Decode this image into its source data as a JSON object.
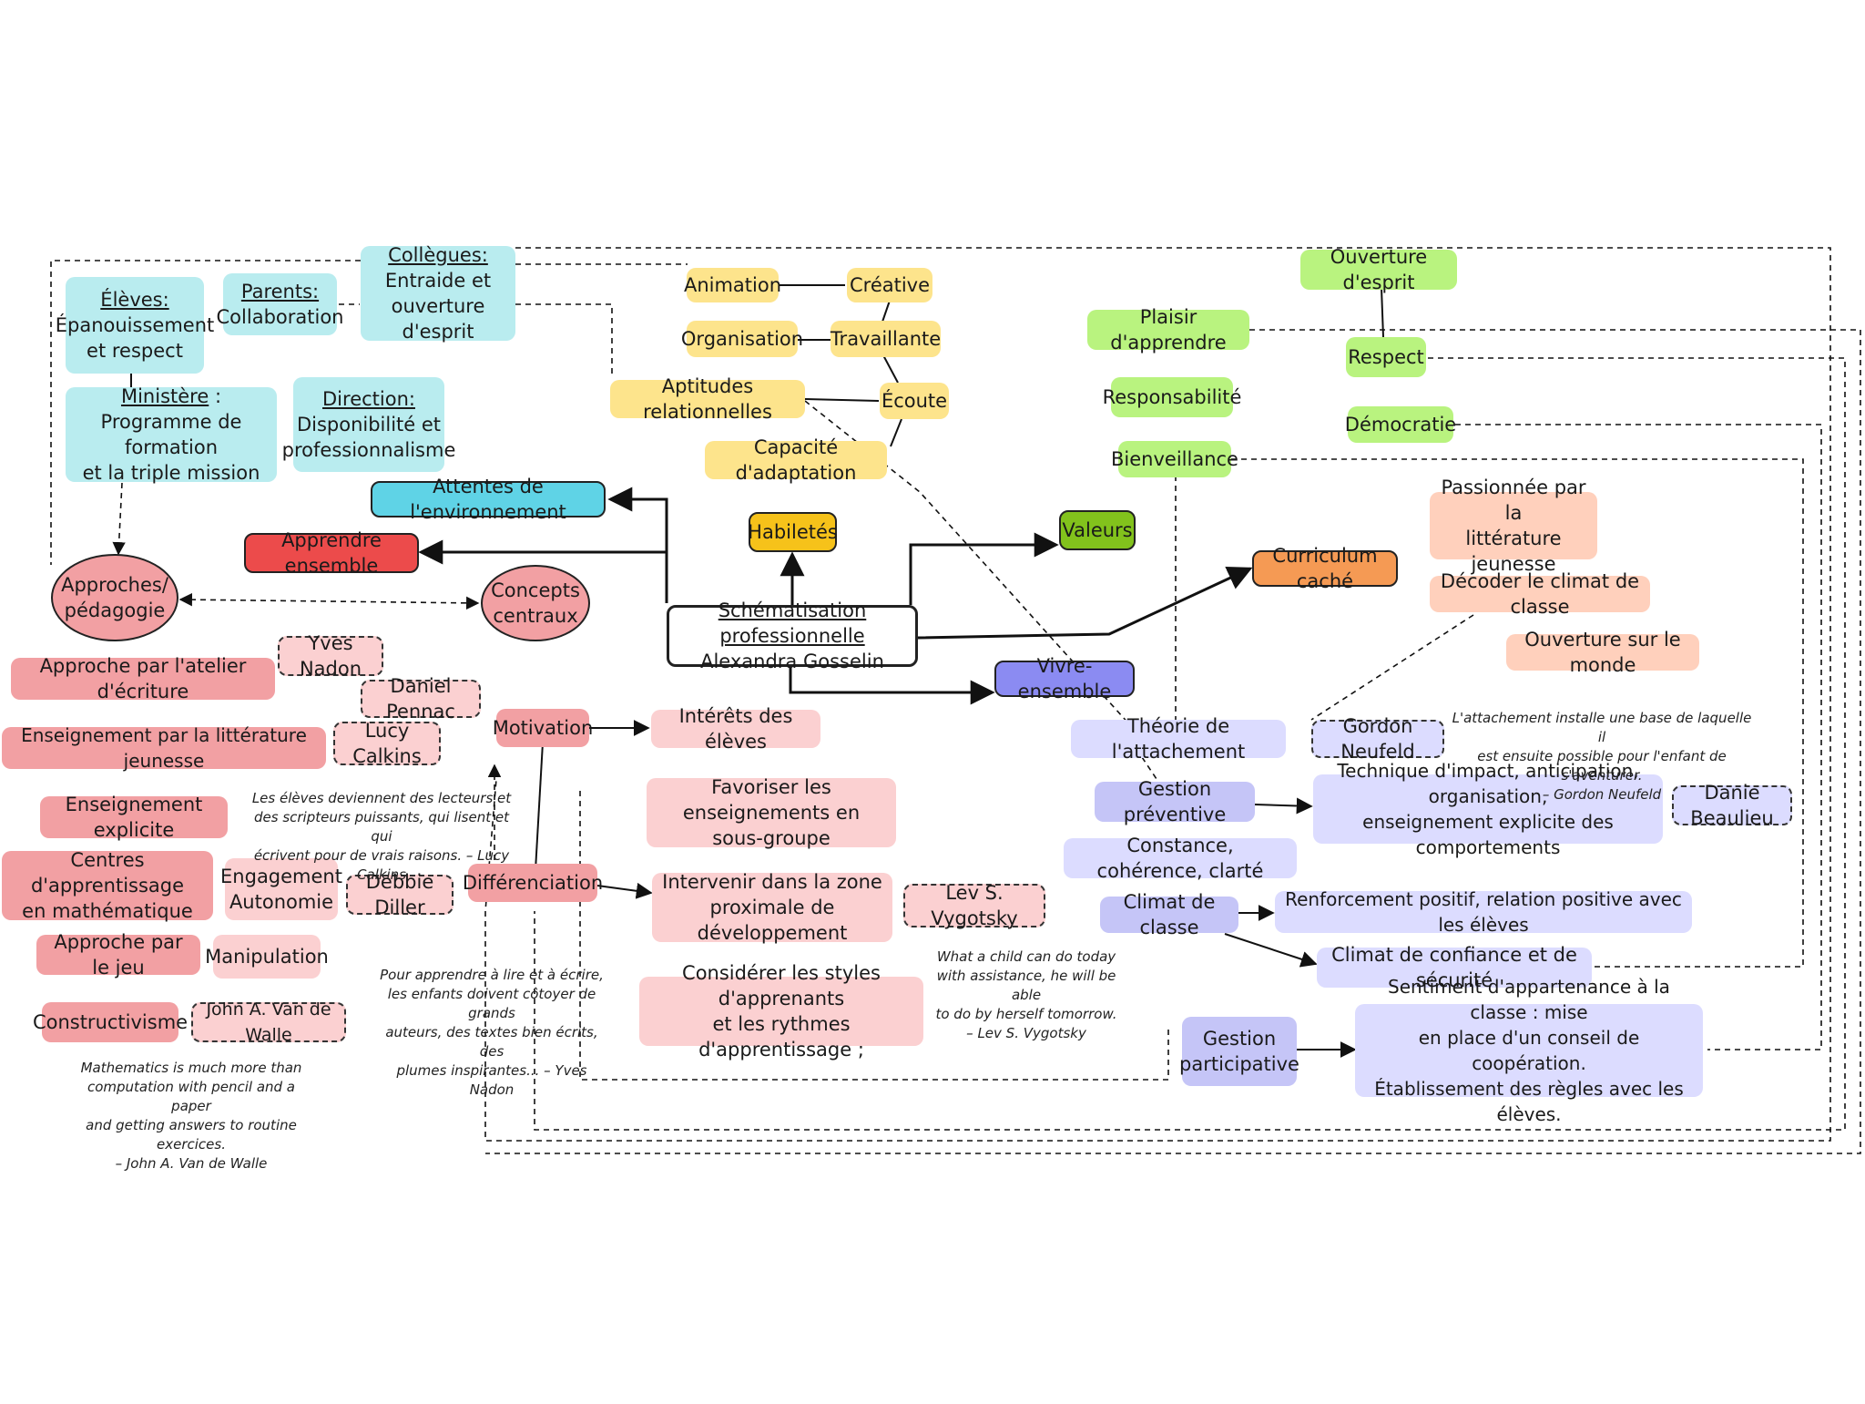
{
  "center": {
    "title": "Schématisation professionnelle",
    "name": "Alexandra Gosselin"
  },
  "branches": {
    "habiletes": "Habiletés",
    "valeurs": "Valeurs",
    "attentes": "Attentes de l'environnement",
    "apprendre": "Apprendre ensemble",
    "curriculum": "Curriculum caché",
    "vivre": "Vivre-ensemble"
  },
  "environment": {
    "eleves": {
      "title": "Élèves:",
      "text": "Épanouissement\net respect"
    },
    "parents": {
      "title": "Parents:",
      "text": "Collaboration"
    },
    "collegues": {
      "title": "Collègues:",
      "text": "Entraide et\nouverture d'esprit"
    },
    "ministere": {
      "title": "Ministère",
      "suffix": " :",
      "text": "Programme de formation\net la triple mission"
    },
    "direction": {
      "title": "Direction:",
      "text": "Disponibilité et\nprofessionnalisme"
    }
  },
  "skills": {
    "animation": "Animation",
    "creative": "Créative",
    "organisation": "Organisation",
    "travaillante": "Travaillante",
    "aptitudes": "Aptitudes relationnelles",
    "ecoute": "Écoute",
    "adaptation": "Capacité d'adaptation"
  },
  "values": {
    "ouverture": "Ouverture d'esprit",
    "plaisir": "Plaisir d'apprendre",
    "respect": "Respect",
    "responsabilite": "Responsabilité",
    "democratie": "Démocratie",
    "bienveillance": "Bienveillance"
  },
  "curriculum": {
    "passionnee": "Passionnée par la\nlittérature jeunesse",
    "decoder": "Décoder le climat de classe",
    "ouverture_monde": "Ouverture sur le monde"
  },
  "pedagogy": {
    "approches": "Approches/\npédagogie",
    "concepts": "Concepts\ncentraux",
    "atelier": "Approche par l'atelier d'écriture",
    "litterature": "Enseignement par la littérature jeunesse",
    "explicite": "Enseignement explicite",
    "centres": "Centres d'apprentissage\nen mathématique",
    "jeu": "Approche par le jeu",
    "constructivisme": "Constructivisme",
    "engagement": "Engagement\nAutonomie",
    "manipulation": "Manipulation"
  },
  "authors": {
    "nadon": "Yves Nadon",
    "pennac": "Daniel Pennac",
    "calkins": "Lucy Calkins",
    "diller": "Debbie Diller",
    "vandewalle": "John A. Van de Walle",
    "vygotsky": "Lev S. Vygotsky",
    "neufeld": "Gordon Neufeld",
    "beaulieu": "Danie Beaulieu"
  },
  "concepts": {
    "motivation": "Motivation",
    "interets": "Intérêts des élèves",
    "differenciation": "Différenciation",
    "sous_groupe": "Favoriser les\nenseignements en sous-groupe",
    "zone": "Intervenir dans la zone\nproximale de développement",
    "styles": "Considérer les styles d'apprenants\net les rythmes d'apprentissage ;"
  },
  "vivre": {
    "attachement": "Théorie de l'attachement",
    "preventive": "Gestion préventive",
    "technique": "Technique d'impact, anticipation, organisation,\nenseignement explicite des comportements",
    "constance": "Constance, cohérence, clarté",
    "climat": "Climat de classe",
    "renforcement": "Renforcement positif, relation positive avec les élèves",
    "confiance": "Climat de confiance et de sécurité",
    "participative": "Gestion\nparticipative",
    "appartenance": "Sentiment d'appartenance à la classe : mise\nen place d'un conseil de coopération.\nÉtablissement des règles avec les élèves."
  },
  "quotes": {
    "calkins": "Les élèves deviennent des lecteurs et\ndes scripteurs puissants, qui lisent et qui\nécrivent pour de vrais raisons. – Lucy Calkins",
    "vandewalle": "Mathematics is much more than\ncomputation with pencil and a paper\nand getting answers to routine exercices.\n– John A. Van de Walle",
    "nadon": "Pour apprendre à lire et à écrire,\nles enfants doivent côtoyer de grands\nauteurs, des textes bien écrits, des\nplumes inspirantes... – Yves Nadon",
    "vygotsky": "What a child can do today\nwith assistance, he will be able\nto do by herself tomorrow.\n– Lev S. Vygotsky",
    "neufeld": "L'attachement installe une base de laquelle il\nest ensuite possible pour l'enfant de s'aventurer.\n– Gordon Neufeld"
  },
  "colors": {
    "environment": "#b9ecef",
    "skills": "#fde48c",
    "values": "#b9f37f",
    "curriculum": "#ffd0bc",
    "vivre": "#dcdcff",
    "pedagogy": "#f2a0a3",
    "concepts": "#fbd0d1",
    "habiletes": "#f6c21a",
    "valeurs": "#82c21c",
    "attentes": "#5fd3e6",
    "apprendre": "#ec4b4b",
    "curriculum_branch": "#f59a54",
    "vivre_branch": "#8b8bf2"
  }
}
